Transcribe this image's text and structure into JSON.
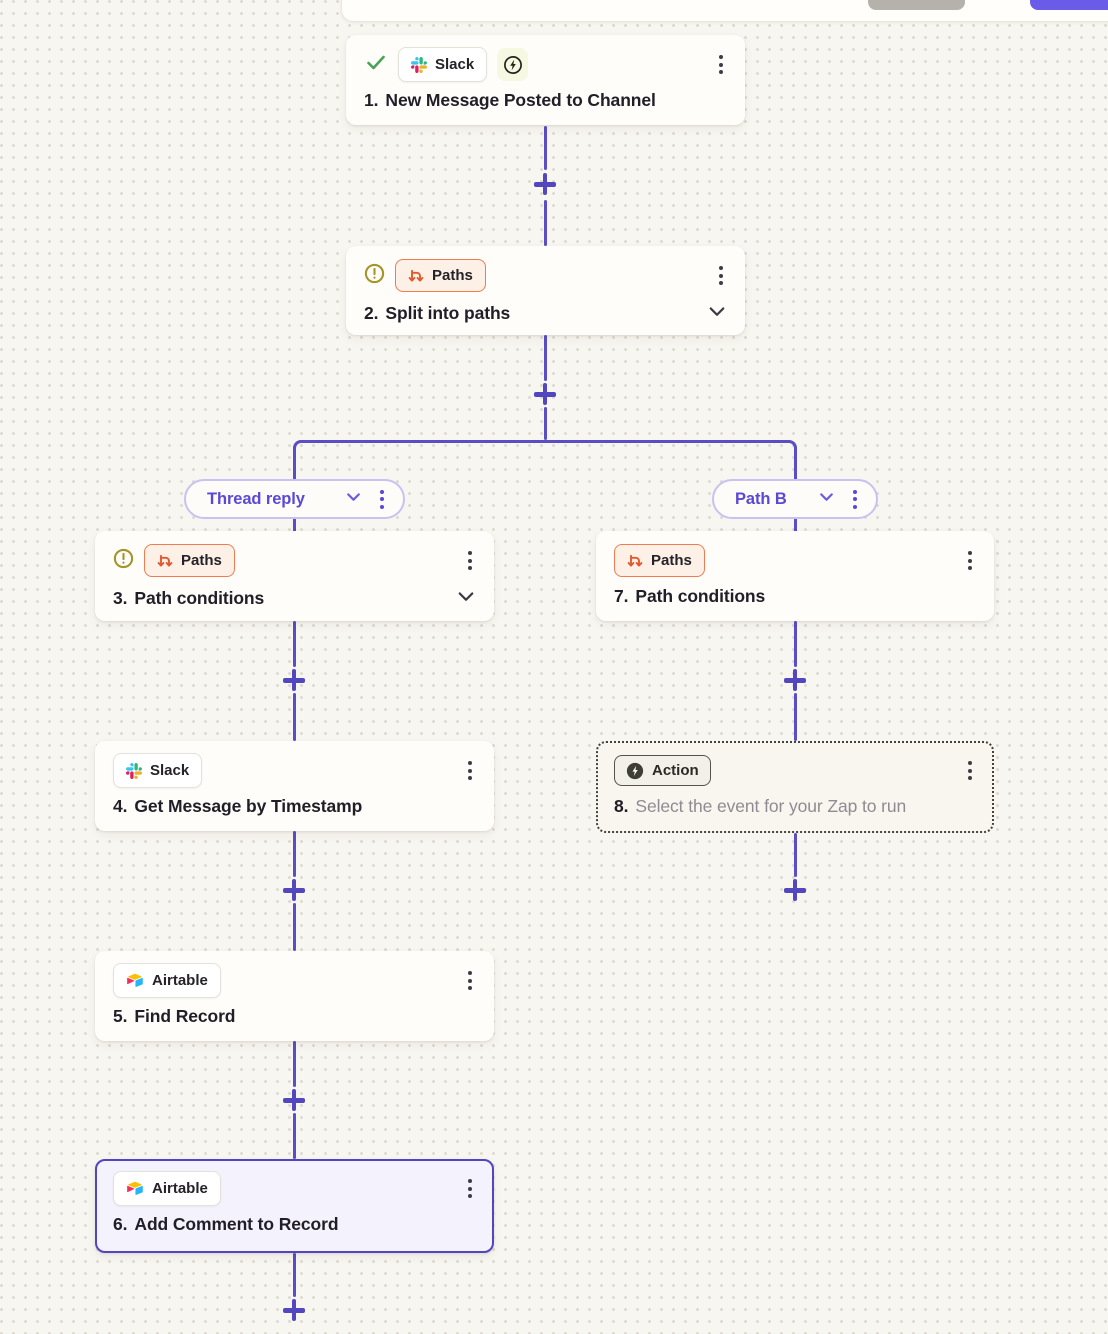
{
  "topbar": {
    "note": "partially visible toolbar cut off at top edge"
  },
  "colors": {
    "accent_purple": "#5b4dc4",
    "selected_border": "#5345c0",
    "selected_bg": "#f4f2fc",
    "paths_orange": "#e4572e",
    "paths_pill_bg": "#fdf0e6",
    "success_green": "#4aa254",
    "warning_olive": "#a59427",
    "canvas_bg": "#f8f6f0",
    "slack_brand": [
      "#36c5f0",
      "#2eb67d",
      "#ecb22e",
      "#e01e5a"
    ],
    "airtable_brand": [
      "#ffbf00",
      "#26b5f8",
      "#f82b60"
    ]
  },
  "branches": [
    {
      "label": "Thread reply"
    },
    {
      "label": "Path B"
    }
  ],
  "steps": [
    {
      "number": "1.",
      "title": "New Message Posted to Channel",
      "app": "Slack",
      "status": "success",
      "instant": true
    },
    {
      "number": "2.",
      "title": "Split into paths",
      "app": "Paths",
      "status": "warning",
      "expandable": true
    },
    {
      "number": "3.",
      "title": "Path conditions",
      "app": "Paths",
      "status": "warning",
      "expandable": true
    },
    {
      "number": "4.",
      "title": "Get Message by Timestamp",
      "app": "Slack"
    },
    {
      "number": "5.",
      "title": "Find Record",
      "app": "Airtable"
    },
    {
      "number": "6.",
      "title": "Add Comment to Record",
      "app": "Airtable",
      "selected": true
    },
    {
      "number": "7.",
      "title": "Path conditions",
      "app": "Paths"
    },
    {
      "number": "8.",
      "title": "Select the event for your Zap to run",
      "app": "Action",
      "placeholder": true
    }
  ]
}
